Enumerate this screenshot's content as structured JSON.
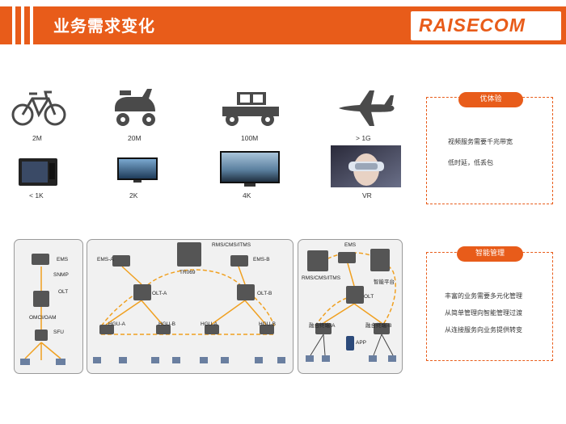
{
  "header": {
    "title": "业务需求变化",
    "logo": "RAISECOM",
    "accent_color": "#e85c1a"
  },
  "bandwidth_row": {
    "items": [
      {
        "icon": "bicycle-icon",
        "label": "2M"
      },
      {
        "icon": "scooter-icon",
        "label": "20M"
      },
      {
        "icon": "car-icon",
        "label": "100M"
      },
      {
        "icon": "airplane-icon",
        "label": "> 1G"
      }
    ]
  },
  "resolution_row": {
    "items": [
      {
        "icon": "crt-tv-icon",
        "label": "< 1K"
      },
      {
        "icon": "hd-tv-icon",
        "label": "2K"
      },
      {
        "icon": "uhd-tv-icon",
        "label": "4K"
      },
      {
        "icon": "vr-headset-icon",
        "label": "VR"
      }
    ]
  },
  "card_experience": {
    "badge": "优体验",
    "lines": [
      "视频服务需要千兆带宽",
      "低时延，低丢包"
    ]
  },
  "card_management": {
    "badge": "智能管理",
    "lines": [
      "丰富的业务需要多元化管理",
      "从简单管理向智能管理过渡",
      "从连接服务向业务提供转变"
    ]
  },
  "diagram_left": {
    "ems": "EMS",
    "snmp": "SNMP",
    "olt": "OLT",
    "omci": "OMCI/OAM",
    "sfu": "SFU"
  },
  "diagram_middle": {
    "ems_a": "EMS-A",
    "ems_b": "EMS-B",
    "servers": "RMS/CMS/ITMS",
    "tr069": "TR069",
    "olt_a": "OLT-A",
    "olt_b": "OLT-B",
    "hgu_a1": "HGU-A",
    "hgu_b1": "HGU-B",
    "hgu_a2": "HGU-A",
    "hgu_b2": "HGU-B"
  },
  "diagram_right": {
    "ems": "EMS",
    "servers": "RMS/CMS/ITMS",
    "platform": "智能平台",
    "olt": "OLT",
    "term_a": "融合终端-A",
    "term_b": "融合终端-B",
    "app": "APP"
  }
}
